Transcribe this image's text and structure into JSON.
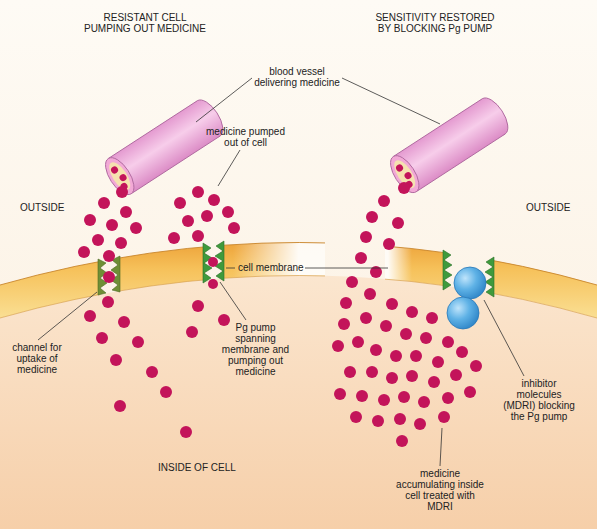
{
  "diagram": {
    "labels": [
      "RESISTANT CELL PUMPING OUT MEDICINE",
      "SENSITIVITY RESTORED BY BLOCKING Pg PUMP",
      "blood vessel delivering medicine",
      "medicine pumped out of cell",
      "OUTSIDE",
      "OUTSIDE",
      "cell membrane",
      "channel for uptake of medicine",
      "Pg pump spanning membrane and pumping out medicine",
      "inhibitor molecules (MDRI) blocking the Pg pump",
      "INSIDE OF CELL",
      "medicine accumulating inside cell treated with MDRI"
    ]
  }
}
